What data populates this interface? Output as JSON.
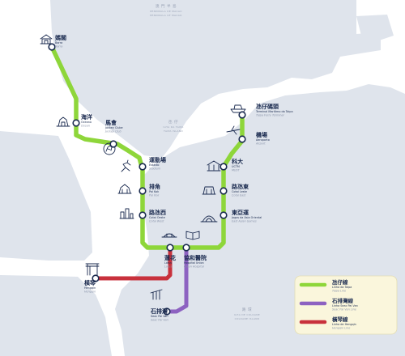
{
  "areas": {
    "peninsula": {
      "cn": "澳 門 半 島",
      "pt": "PENÍNSULA DE MACAU",
      "en": "PENINSULA OF MACAO"
    },
    "taipa": {
      "cn": "氹 仔",
      "pt": "ILHA DA TAIPA",
      "en": "TAIPA ISLAND"
    },
    "coloane": {
      "cn": "路 環",
      "pt": "ILHA DE COLOANE",
      "en": "COLOANE ISLAND"
    }
  },
  "stations": {
    "barra": {
      "cn": "媽閣",
      "pt": "Barra",
      "en": "Barra"
    },
    "oceano": {
      "cn": "海洋",
      "pt": "Oceano",
      "en": "Ocean"
    },
    "jockey": {
      "cn": "馬會",
      "pt": "Jockey Clube",
      "en": "Jockey Club"
    },
    "estadio": {
      "cn": "運動場",
      "pt": "Estádio",
      "en": "Stadium"
    },
    "paikok": {
      "cn": "排角",
      "pt": "Pai Kok",
      "en": "Pai Kok"
    },
    "cotaioeste": {
      "cn": "路氹西",
      "pt": "Cotai Oeste",
      "en": "Cotai West"
    },
    "lotus": {
      "cn": "蓮花",
      "pt": "Lótus",
      "en": "Lotus"
    },
    "hospital": {
      "cn": "協和醫院",
      "pt": "Hospital Union",
      "en": "Union Hospital"
    },
    "jogos": {
      "cn": "東亞運",
      "pt": "Jogos da Ásia Oriental",
      "en": "East Asian Games"
    },
    "cotaileste": {
      "cn": "路氹東",
      "pt": "Cotai Leste",
      "en": "Cotai East"
    },
    "uctm": {
      "cn": "科大",
      "pt": "UCTM",
      "en": "MUST"
    },
    "aeroporto": {
      "cn": "機場",
      "pt": "Aeroporto",
      "en": "Airport"
    },
    "ferry": {
      "cn": "氹仔碼頭",
      "pt": "Terminal Marítimo da Taipa",
      "en": "Taipa Ferry Terminal"
    },
    "hengqin": {
      "cn": "橫琴",
      "pt": "Hengqin",
      "en": "Hengqin"
    },
    "seacpaivan": {
      "cn": "石排灣",
      "pt": "Seac Pai Van",
      "en": "Seac Pai Van"
    }
  },
  "legend": [
    {
      "cn": "氹仔線",
      "pt": "Linha da Taipa",
      "en": "Taipa Line",
      "color": "#8ed63a"
    },
    {
      "cn": "石排灣線",
      "pt": "Linha Seac Pai Van",
      "en": "Seac Pai Van Line",
      "color": "#8d62c1"
    },
    {
      "cn": "橫琴線",
      "pt": "Linha de Hengqin",
      "en": "Hengqin Line",
      "color": "#c8313c"
    }
  ],
  "colors": {
    "land": "#dfe4ec",
    "water": "#ffffff",
    "taipa_line": "#8ed63a",
    "seac_pai_van_line": "#8d62c1",
    "hengqin_line": "#c8313c",
    "station_ring": "#1a2a4f",
    "legend_bg": "#faf6dc"
  }
}
